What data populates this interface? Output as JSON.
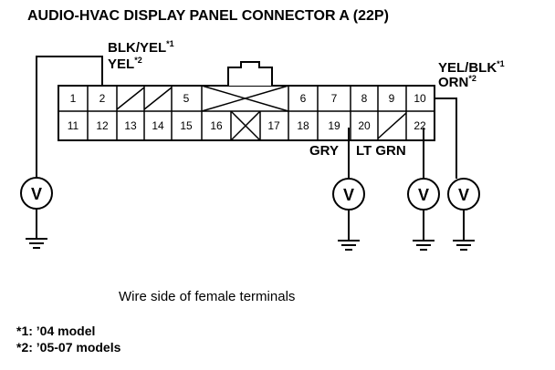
{
  "title": "AUDIO-HVAC DISPLAY PANEL CONNECTOR A (22P)",
  "wires": {
    "left_line1": "BLK/YEL",
    "left_line1_note": "*1",
    "left_line2": "YEL",
    "left_line2_note": "*2",
    "right_line1": "YEL/BLK",
    "right_line1_note": "*1",
    "right_line2": "ORN",
    "right_line2_note": "*2",
    "gry": "GRY",
    "lt_grn": "LT GRN"
  },
  "connector": {
    "top_row": [
      "1",
      "2",
      "",
      "",
      "5",
      "",
      "6",
      "7",
      "8",
      "9",
      "10"
    ],
    "bottom_row": [
      "11",
      "12",
      "13",
      "14",
      "15",
      "16",
      "",
      "17",
      "18",
      "19",
      "20",
      "",
      "22"
    ]
  },
  "meters": [
    "V",
    "V",
    "V",
    "V"
  ],
  "caption": "Wire side of female terminals",
  "notes": [
    "*1: ’04 model",
    "*2: ’05-07 models"
  ]
}
